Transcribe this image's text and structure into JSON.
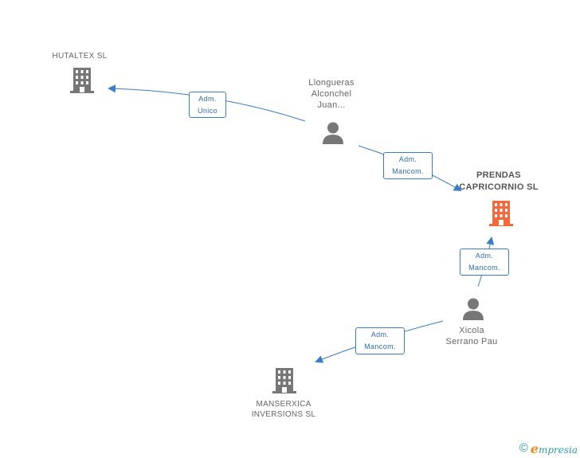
{
  "colors": {
    "edge": "#3a7dc9",
    "person": "#777777",
    "company": "#777777",
    "focus_company": "#f4683b",
    "brand": "#2a9db0",
    "brand_accent": "#f08a1c"
  },
  "nodes": {
    "hutaltex": {
      "lines": [
        "HUTALTEX SL"
      ],
      "icon": "building-icon"
    },
    "llongueras": {
      "lines": [
        "Llongueras",
        "Alconchel",
        "Juan..."
      ],
      "icon": "person-icon"
    },
    "prendas": {
      "lines": [
        "PRENDAS",
        "CAPRICORNIO SL"
      ],
      "icon": "building-icon"
    },
    "xicola": {
      "lines": [
        "Xicola",
        "Serrano Pau"
      ],
      "icon": "person-icon"
    },
    "manserxica": {
      "lines": [
        "MANSERXICA",
        "INVERSIONS  SL"
      ],
      "icon": "building-icon"
    }
  },
  "edges": {
    "llongueras_hutaltex": {
      "lines": [
        "Adm.",
        "Unico"
      ]
    },
    "llongueras_prendas": {
      "lines": [
        "Adm.",
        "Mancom."
      ]
    },
    "xicola_prendas": {
      "lines": [
        "Adm.",
        "Mancom."
      ]
    },
    "xicola_manserxica": {
      "lines": [
        "Adm.",
        "Mancom."
      ]
    }
  },
  "footer": {
    "copyright": "©",
    "brand_initial": "e",
    "brand_rest": "mpresia"
  }
}
